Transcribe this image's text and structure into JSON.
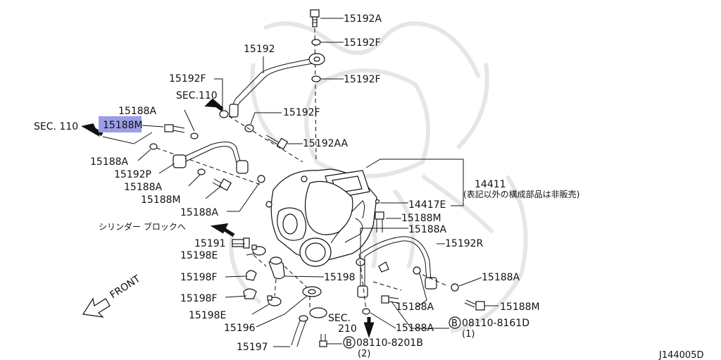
{
  "labels": {
    "p15192A_top": "15192A",
    "p15192F_1": "15192F",
    "p15192": "15192",
    "p15192F_2": "15192F",
    "p15192F_left": "15192F",
    "sec110_top": "SEC.110",
    "p15192F_3": "15192F",
    "p15188A_1": "15188A",
    "sec110_left": "SEC. 110",
    "p15188M_hl": "15188M",
    "p15192AA": "15192AA",
    "p15188A_2": "15188A",
    "p15192P": "15192P",
    "p15188A_3": "15188A",
    "p15188M_2": "15188M",
    "p15188A_4": "15188A",
    "p14411": "14411",
    "p14411_note": "(表記以外の構成部品は非販売)",
    "p14417E": "14417E",
    "p15188M_3": "15188M",
    "cyl_block": "シリンダー ブロックへ",
    "p15188A_5": "15188A",
    "p15191": "15191",
    "p15192R": "15192R",
    "p15198E_1": "15198E",
    "p15198F_1": "15198F",
    "p15198": "15198",
    "p15188A_6": "15188A",
    "p15198F_2": "15198F",
    "p15188A_7": "15188A",
    "p15188M_4": "15188M",
    "p15198E_2": "15198E",
    "b08110_8161D": "08110-8161D",
    "qty1": "(1)",
    "sec210_a": "SEC.",
    "sec210_b": "210",
    "p15196": "15196",
    "p15188A_8": "15188A",
    "p15197": "15197",
    "b08110_8201B": "08110-8201B",
    "qty2": "(2)",
    "front": "FRONT",
    "bolt_symbol": "B",
    "diagram_id": "J144005D"
  },
  "colors": {
    "highlight": "#9a9ee6",
    "line": "#111111",
    "watermark": "#c8c8c8"
  }
}
